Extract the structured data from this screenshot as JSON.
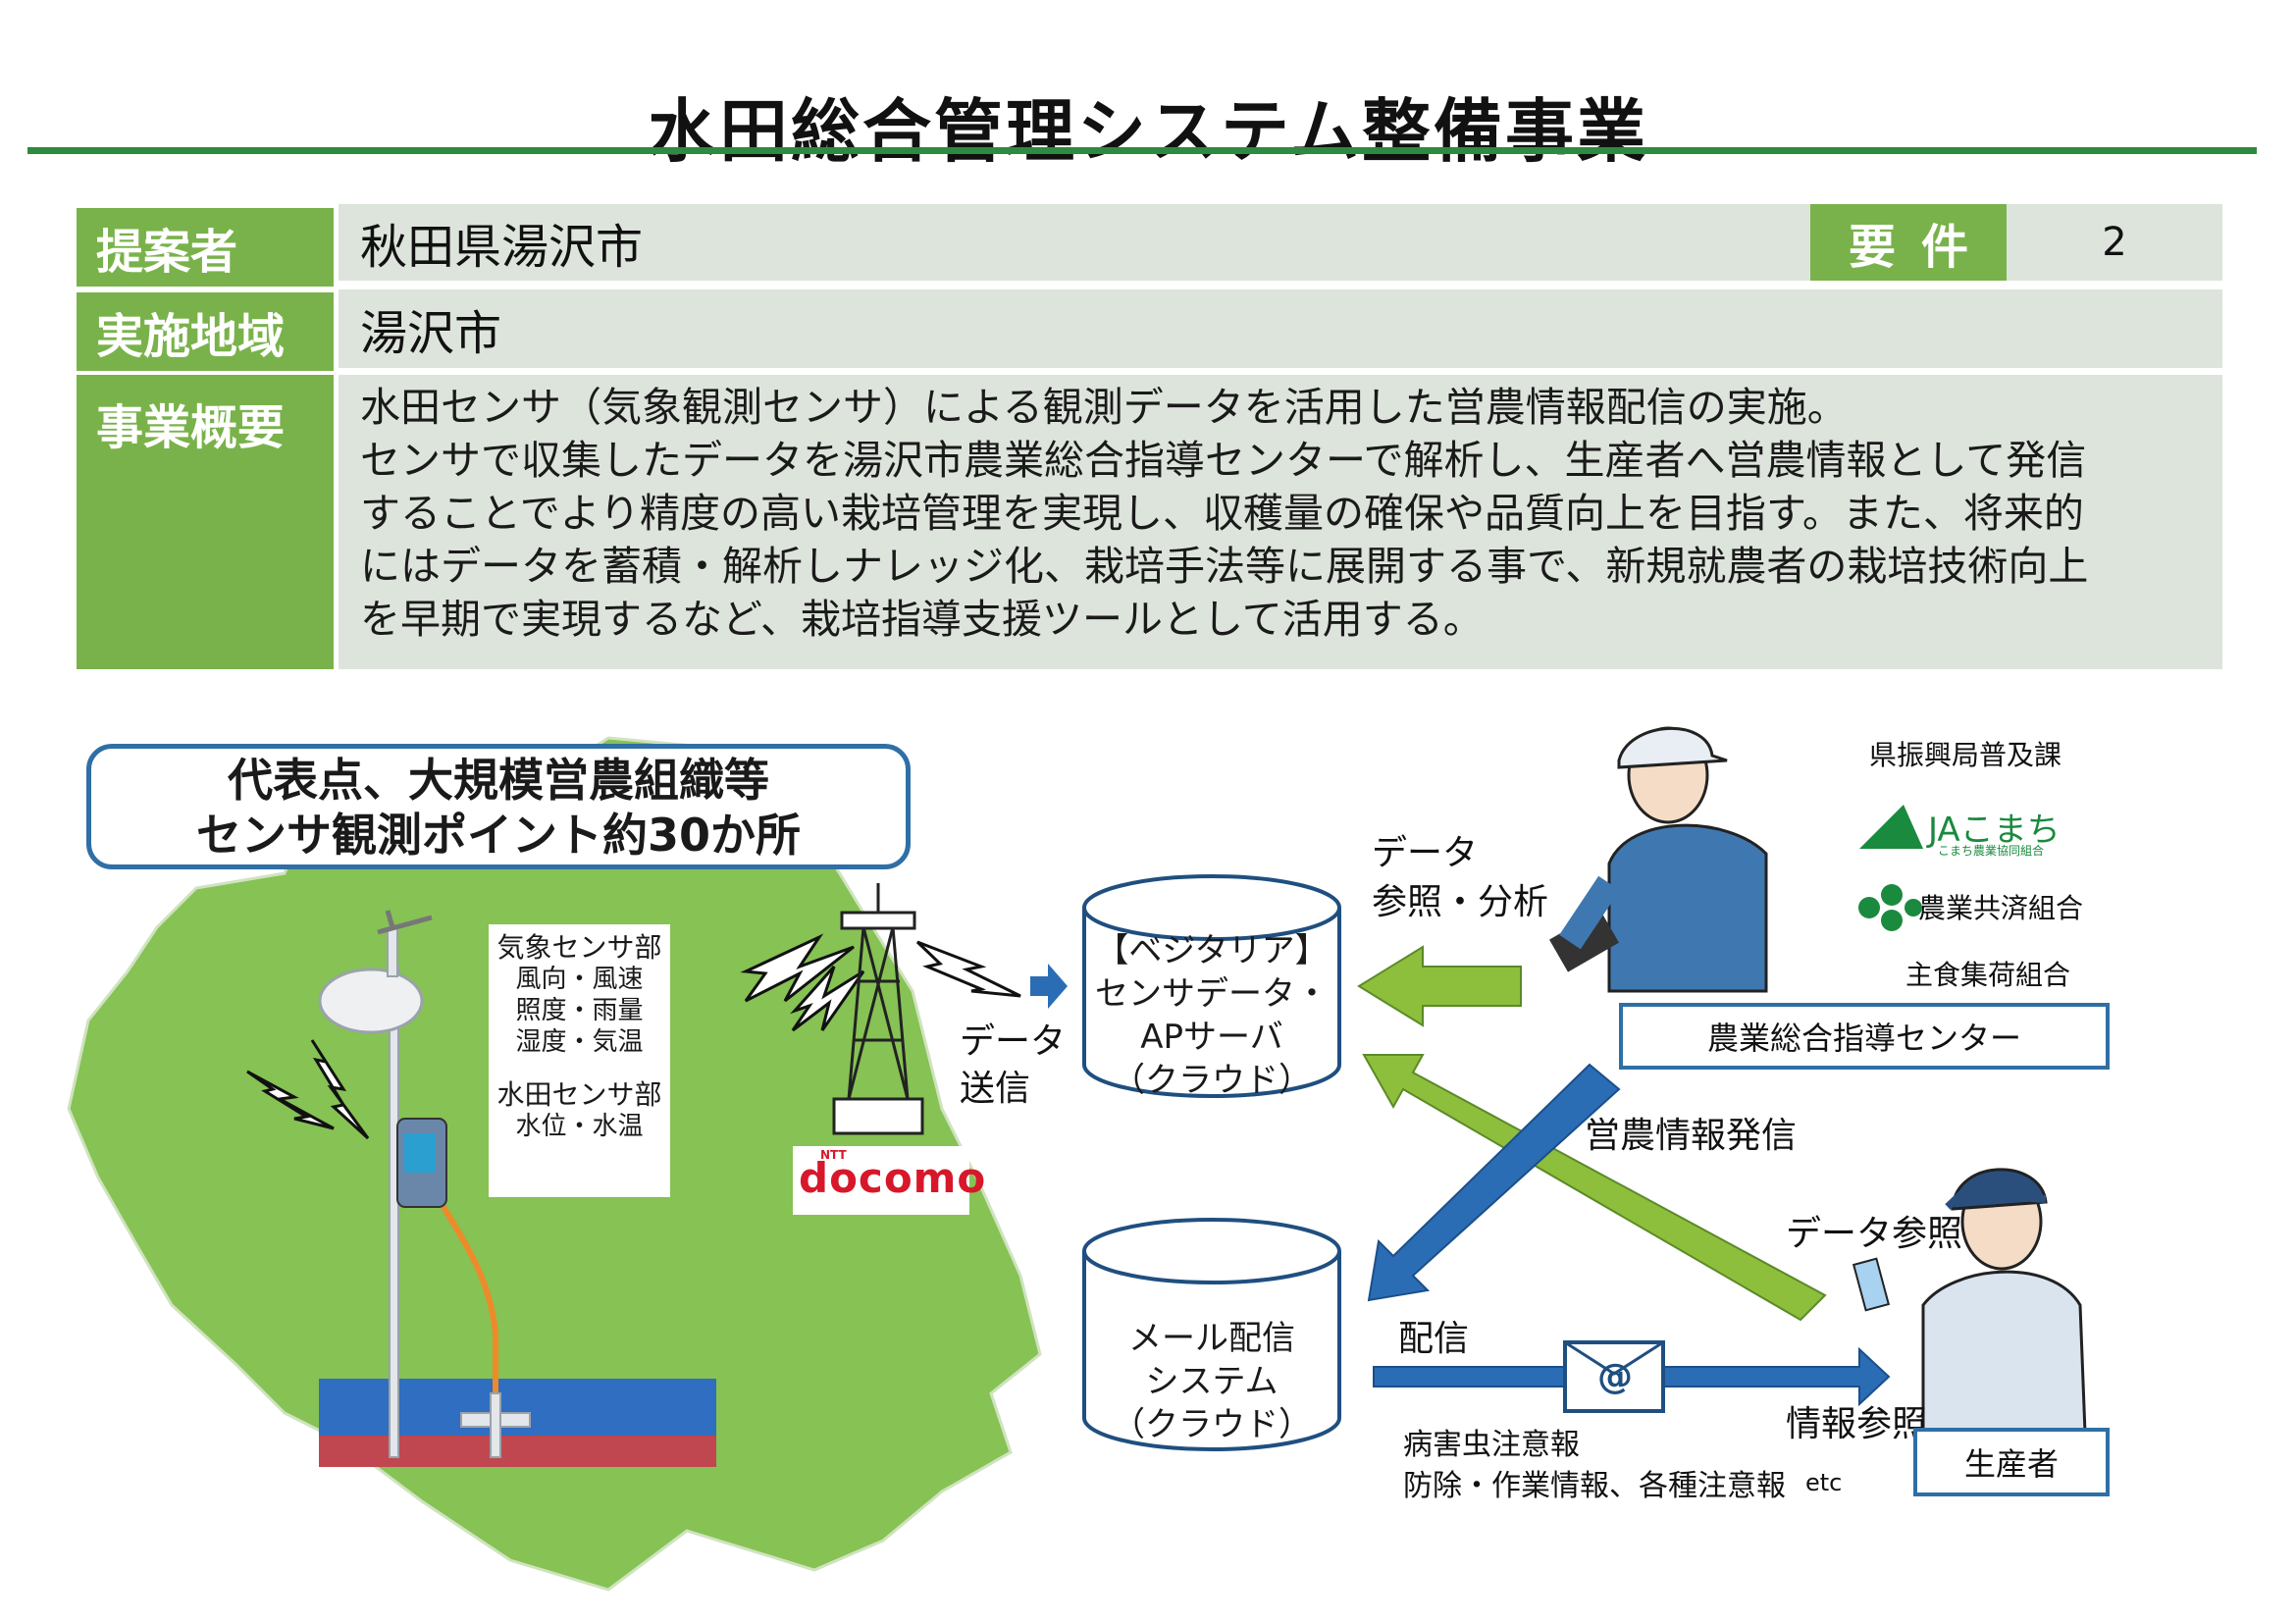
{
  "title": "水田総合管理システム整備事業",
  "info": {
    "proposer_label": "提案者",
    "proposer_value": "秋田県湯沢市",
    "requirement_label": "要件",
    "requirement_value": "2",
    "region_label": "実施地域",
    "region_value": "湯沢市",
    "summary_label": "事業概要",
    "summary_lines": [
      "水田センサ（気象観測センサ）による観測データを活用した営農情報配信の実施。",
      "センサで収集したデータを湯沢市農業総合指導センターで解析し、生産者へ営農情報として発信",
      "することでより精度の高い栽培管理を実現し、収穫量の確保や品質向上を目指す。また、将来的",
      "にはデータを蓄積・解析しナレッジ化、栽培手法等に展開する事で、新規就農者の栽培技術向上",
      "を早期で実現するなど、栽培指導支援ツールとして活用する。"
    ]
  },
  "diagram": {
    "callout_lines": [
      "代表点、大規模営農組織等",
      "センサ観測ポイント約30か所"
    ],
    "weather_sensor_title": "気象センサ部",
    "weather_sensor_items": [
      "風向・風速",
      "照度・雨量",
      "湿度・気温"
    ],
    "paddy_sensor_title": "水田センサ部",
    "paddy_sensor_items": [
      "水位・水温"
    ],
    "carrier_brand": "docomo",
    "carrier_small": "NTT",
    "data_send_lines": [
      "データ",
      "送信"
    ],
    "server_lines": [
      "【ベジタリア】",
      "センサデータ・",
      "APサーバ",
      "（クラウド）"
    ],
    "data_analysis_lines": [
      "データ",
      "参照・分析"
    ],
    "office_label": "県振興局普及課",
    "ja_logo_text": "JAこまち",
    "ja_logo_subtext": "こまち農業協同組合",
    "mutual_aid_label": "農業共済組合",
    "staple_food_label": "主食集荷組合",
    "center_label": "農業総合指導センター",
    "info_send_label": "営農情報発信",
    "data_ref_label": "データ参照",
    "mail_lines": [
      "メール配信",
      "システム",
      "（クラウド）"
    ],
    "delivery_label": "配信",
    "at_symbol": "@",
    "info_ref_label": "情報参照",
    "producer_label": "生産者",
    "content_lines": [
      "病害虫注意報",
      "防除・作業情報、各種注意報"
    ],
    "content_etc": "etc"
  },
  "colors": {
    "accent_green": "#79b24a",
    "title_rule": "#2e8a3e",
    "panel_gray": "#dde4dc",
    "map_green": "#86c254",
    "box_blue": "#2f6fa6",
    "arrow_blue": "#2a6db5",
    "arrow_green": "#8dbf3c",
    "water_blue": "#2f6ec0",
    "soil_red": "#c0474f",
    "docomo_red": "#d7182a"
  }
}
